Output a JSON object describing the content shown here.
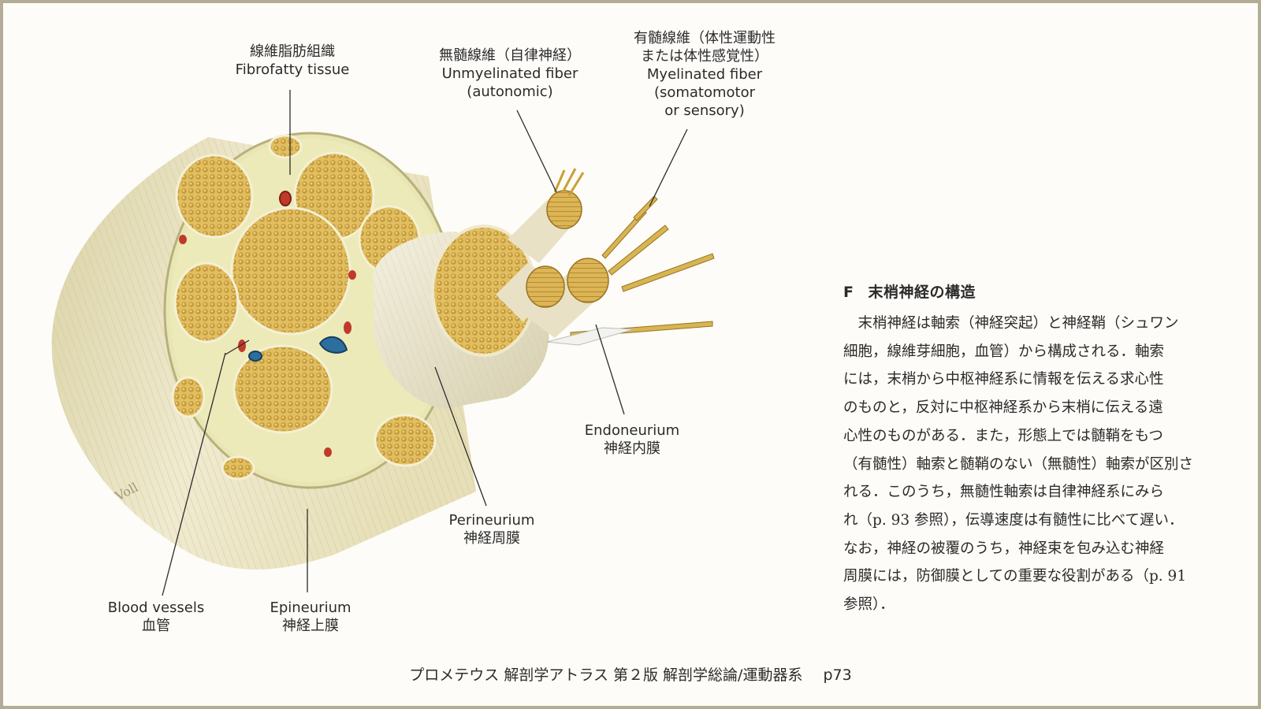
{
  "labels": {
    "fibrofatty": {
      "jp": "線維脂肪組織",
      "en": "Fibrofatty tissue"
    },
    "unmyelinated": {
      "jp": "無髄線維（自律神経）",
      "en1": "Unmyelinated fiber",
      "en2": "(autonomic)"
    },
    "myelinated": {
      "jp1": "有髄線維（体性運動性",
      "jp2": "または体性感覚性）",
      "en1": "Myelinated fiber",
      "en2": "(somatomotor",
      "en3": "or sensory)"
    },
    "endoneurium": {
      "en": "Endoneurium",
      "jp": "神経内膜"
    },
    "perineurium": {
      "en": "Perineurium",
      "jp": "神経周膜"
    },
    "blood_vessels": {
      "en": "Blood vessels",
      "jp": "血管"
    },
    "epineurium": {
      "en": "Epineurium",
      "jp": "神経上膜"
    }
  },
  "signature": "Voll",
  "section": {
    "letter": "F",
    "title": "末梢神経の構造",
    "lines": [
      "　末梢神経は軸索（神経突起）と神経鞘（シュワン",
      "細胞，線維芽細胞，血管）から構成される．軸索",
      "には，末梢から中枢神経系に情報を伝える求心性",
      "のものと，反対に中枢神経系から末梢に伝える遠",
      "心性のものがある．また，形態上では髄鞘をもつ",
      "（有髄性）軸索と髄鞘のない（無髄性）軸索が区別さ",
      "れる．このうち，無髄性軸索は自律神経系にみら",
      "れ（p. 93 参照），伝導速度は有髄性に比べて遅い．",
      "なお，神経の被覆のうち，神経束を包み込む神経",
      "周膜には，防御膜としての重要な役割がある（p. 91",
      "参照）．"
    ]
  },
  "footer": {
    "book": "プロメテウス 解剖学アトラス 第２版 解剖学総論/運動器系",
    "page": "p73"
  },
  "colors": {
    "frame": "#b4ad96",
    "epineurium": "#ece6bf",
    "fascicle": "#d8b34e",
    "artery": "#c0392b",
    "vein": "#2c6e9e"
  }
}
